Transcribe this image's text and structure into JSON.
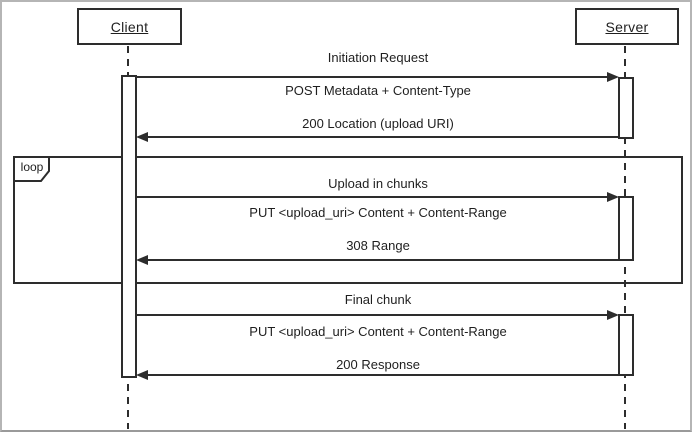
{
  "actors": [
    {
      "id": "client",
      "label": "Client"
    },
    {
      "id": "server",
      "label": "Server"
    }
  ],
  "loop_fragment": {
    "label": "loop"
  },
  "interactions": [
    {
      "title": "Initiation Request",
      "request": "POST Metadata + Content-Type",
      "response": "200 Location (upload URI)",
      "in_loop": false
    },
    {
      "title": "Upload in chunks",
      "request": "PUT <upload_uri> Content + Content-Range",
      "response": "308 Range",
      "in_loop": true
    },
    {
      "title": "Final chunk",
      "request": "PUT <upload_uri> Content + Content-Range",
      "response": "200 Response",
      "in_loop": false
    }
  ],
  "colors": {
    "line": "#2d2d2d",
    "text": "#1f1f1f",
    "background": "#ffffff",
    "canvas_border": "#b5b5b5"
  }
}
